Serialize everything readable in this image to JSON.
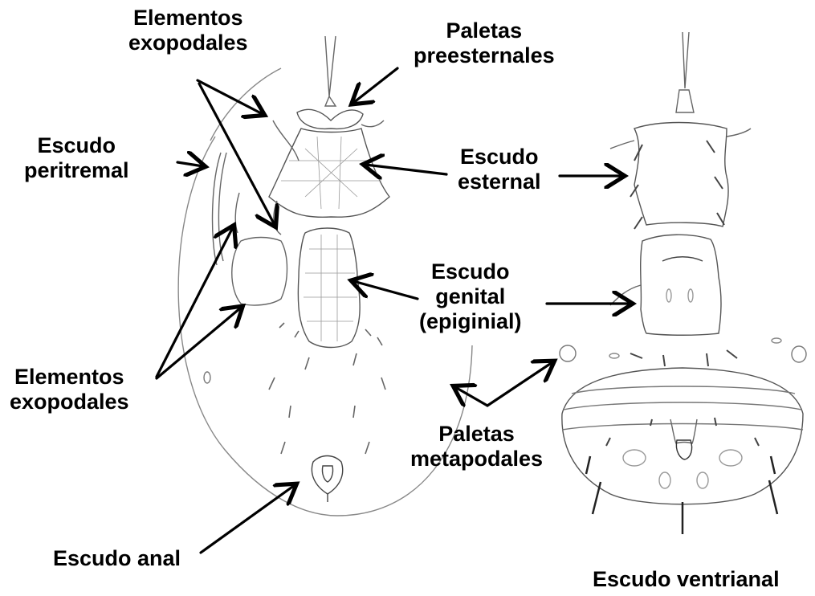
{
  "labels": {
    "elementos_exopodales_top": [
      "Elementos",
      "exopodales"
    ],
    "paletas_preesternales": [
      "Paletas",
      "preesternales"
    ],
    "escudo_peritremal": [
      "Escudo",
      "peritremal"
    ],
    "escudo_esternal": [
      "Escudo",
      "esternal"
    ],
    "escudo_genital": [
      "Escudo",
      "genital",
      "(epiginial)"
    ],
    "elementos_exopodales_bottom": [
      "Elementos",
      "exopodales"
    ],
    "paletas_metapodales": [
      "Paletas",
      "metapodales"
    ],
    "escudo_anal": "Escudo anal",
    "escudo_ventrianal": "Escudo ventrianal"
  },
  "colors": {
    "text": "#000000",
    "arrow": "#000000",
    "drawing": "#555555"
  }
}
